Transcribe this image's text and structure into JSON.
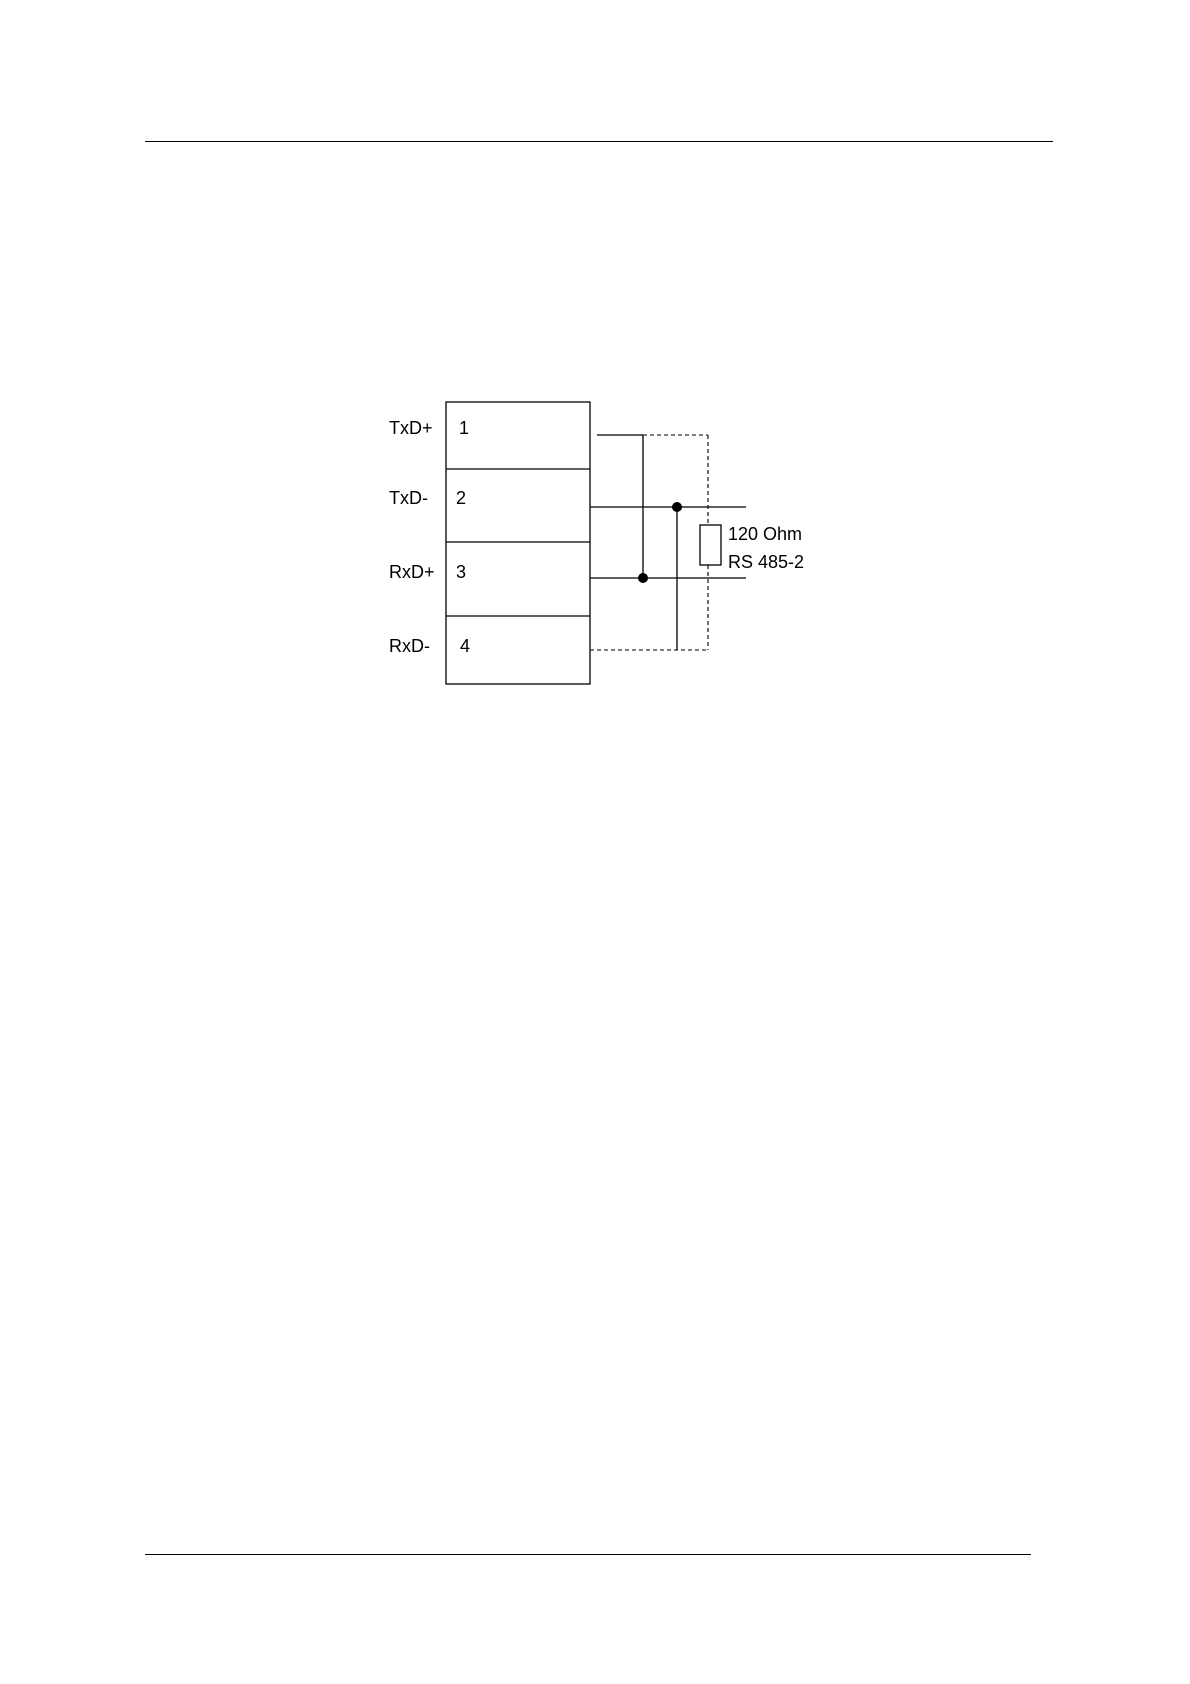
{
  "diagram": {
    "colors": {
      "line": "#000000",
      "background": "#ffffff"
    },
    "terminals": [
      {
        "signal": "TxD+",
        "pin": "1"
      },
      {
        "signal": "TxD-",
        "pin": "2"
      },
      {
        "signal": "RxD+",
        "pin": "3"
      },
      {
        "signal": "RxD-",
        "pin": "4"
      }
    ],
    "resistor": {
      "value": "120 Ohm",
      "label": "RS 485-2"
    }
  }
}
